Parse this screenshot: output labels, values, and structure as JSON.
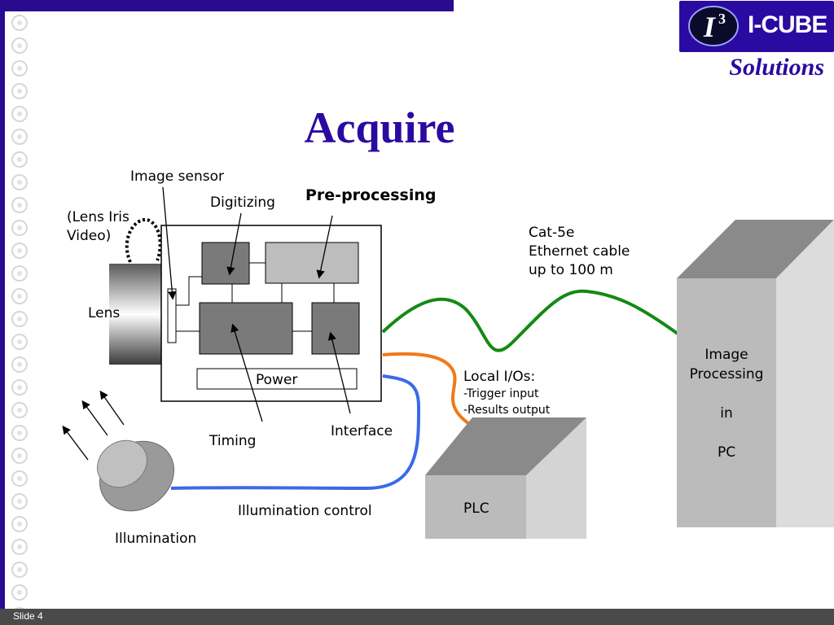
{
  "slide": {
    "title": "Acquire",
    "footer": "Slide 4"
  },
  "logo": {
    "brand": "I-CUBE",
    "mark": "I",
    "mark_sup": "3",
    "tagline": "Solutions"
  },
  "labels": {
    "image_sensor": "Image sensor",
    "digitizing": "Digitizing",
    "pre_processing": "Pre-processing",
    "lens_iris_line1": "(Lens Iris",
    "lens_iris_line2": "Video)",
    "lens": "Lens",
    "power": "Power",
    "timing": "Timing",
    "interface": "Interface",
    "illumination": "Illumination",
    "illumination_control": "Illumination control",
    "cable_line1": "Cat-5e",
    "cable_line2": "Ethernet cable",
    "cable_line3": "up to 100 m",
    "local_io_title": "Local I/Os:",
    "local_io_trigger": "-Trigger input",
    "local_io_results": "-Results output",
    "plc": "PLC",
    "pc_line1": "Image",
    "pc_line2": "Processing",
    "pc_line3": "in",
    "pc_line4": "PC"
  },
  "colors": {
    "brand_blue": "#2a0aa0",
    "ethernet_cable": "#138a13",
    "io_cable": "#f07a1a",
    "illumination_cable": "#3a6ae8",
    "block_dark": "#7a7a7a",
    "block_light": "#bdbdbd"
  }
}
